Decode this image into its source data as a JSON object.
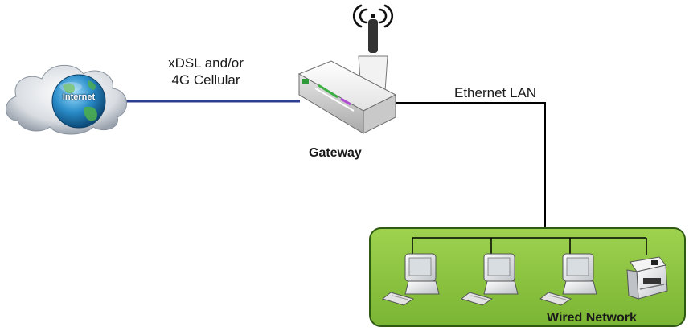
{
  "nodes": {
    "internet": {
      "label": "Internet"
    },
    "gateway": {
      "label": "Gateway"
    },
    "wired_network": {
      "label": "Wired Network"
    }
  },
  "links": {
    "wan": {
      "label_line1": "xDSL and/or",
      "label_line2": "4G Cellular"
    },
    "lan": {
      "label": "Ethernet LAN"
    }
  },
  "colors": {
    "wan_line": "#2f3f8f",
    "lan_line": "#000000",
    "wired_panel_fill": "#8cc63f",
    "wired_panel_border": "#2e5a12"
  },
  "icons": {
    "internet": "cloud-globe-icon",
    "gateway": "router-with-antenna-icon",
    "wireless": "wireless-signal-icon",
    "pc": "desktop-computer-icon",
    "printer": "printer-icon"
  }
}
